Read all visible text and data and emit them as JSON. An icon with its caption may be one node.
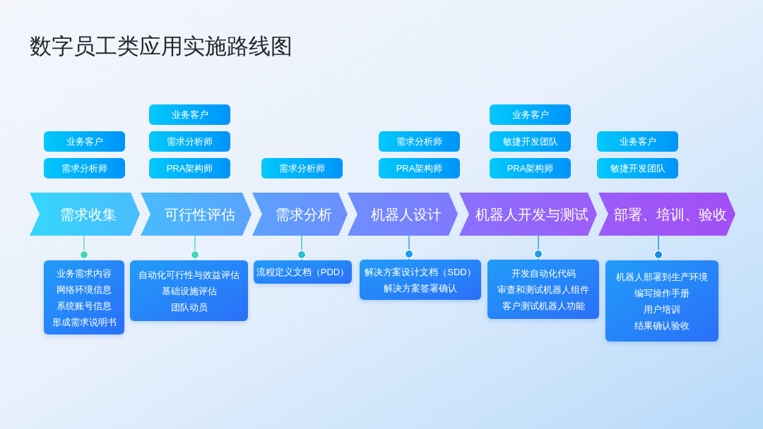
{
  "diagram": {
    "title": "数字员工类应用实施路线图",
    "nodes": [
      {
        "text": [
          "业务客户"
        ]
      },
      {
        "text": [
          "需求分析师"
        ]
      },
      {
        "text": [
          "需求收集"
        ]
      },
      {
        "text": [
          "业务需求内容",
          "网络环境信息",
          "系统账号信息",
          "形成需求说明书"
        ]
      },
      {
        "text": [
          "业务客户"
        ]
      },
      {
        "text": [
          "需求分析师"
        ]
      },
      {
        "text": [
          "PRA架构师"
        ]
      },
      {
        "text": [
          "可行性评估"
        ]
      },
      {
        "text": [
          "自动化可行性与效益评估",
          "基础设施评估",
          "团队动员"
        ]
      },
      {
        "text": [
          "需求分析师"
        ]
      },
      {
        "text": [
          "需求分析"
        ]
      },
      {
        "text": [
          "流程定义文档（PDD）"
        ]
      },
      {
        "text": [
          "需求分析师"
        ]
      },
      {
        "text": [
          "PRA架构师"
        ]
      },
      {
        "text": [
          "机器人设计"
        ]
      },
      {
        "text": [
          "解决方案设计文档（SDD）",
          "解决方案签署确认"
        ]
      },
      {
        "text": [
          "业务客户"
        ]
      },
      {
        "text": [
          "敏捷开发团队"
        ]
      },
      {
        "text": [
          "PRA架构师"
        ]
      },
      {
        "text": [
          "机器人开发与测试"
        ]
      },
      {
        "text": [
          "开发自动化代码",
          "审查和测试机器人组件",
          "客户测试机器人功能"
        ]
      },
      {
        "text": [
          "业务客户"
        ]
      },
      {
        "text": [
          "敏捷开发团队"
        ]
      },
      {
        "text": [
          "部署、培训、验收"
        ]
      },
      {
        "text": [
          "机器人部署到生产环境",
          "编写操作手册",
          "用户培训",
          "结果确认验收"
        ]
      }
    ],
    "edges": [
      {
        "from": 2,
        "to": 3,
        "arrow": "other"
      },
      {
        "from": 7,
        "to": 8,
        "arrow": "other"
      },
      {
        "from": 10,
        "to": 11,
        "arrow": "other"
      },
      {
        "from": 14,
        "to": 15,
        "arrow": "other"
      },
      {
        "from": 19,
        "to": 20,
        "arrow": "other"
      },
      {
        "from": 23,
        "to": 24,
        "arrow": "other"
      }
    ]
  }
}
